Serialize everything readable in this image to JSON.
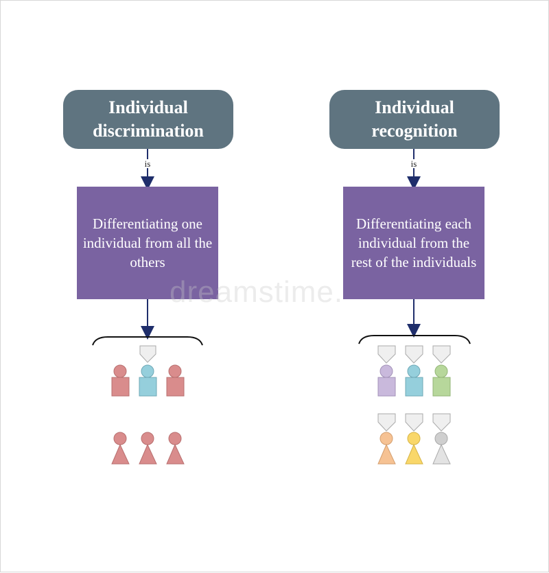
{
  "left": {
    "title_line1": "Individual",
    "title_line2": "discrimination",
    "connector_label": "is",
    "description": "Differentiating one individual from all the others"
  },
  "right": {
    "title_line1": "Individual",
    "title_line2": "recognition",
    "connector_label": "is",
    "description": "Differentiating each individual from the rest of the individuals"
  },
  "watermark": "dreamstime.",
  "colors": {
    "title_box": "#5f7480",
    "desc_box": "#7a63a1",
    "arrow": "#1f2e6b",
    "pink": "#d98c8c",
    "blue": "#95cfdc",
    "lavender": "#c9b9dc",
    "green": "#b7d79b",
    "orange": "#f6c293",
    "yellow": "#f9d76a",
    "grey": "#cfcfcf",
    "tag": "#efefef"
  }
}
